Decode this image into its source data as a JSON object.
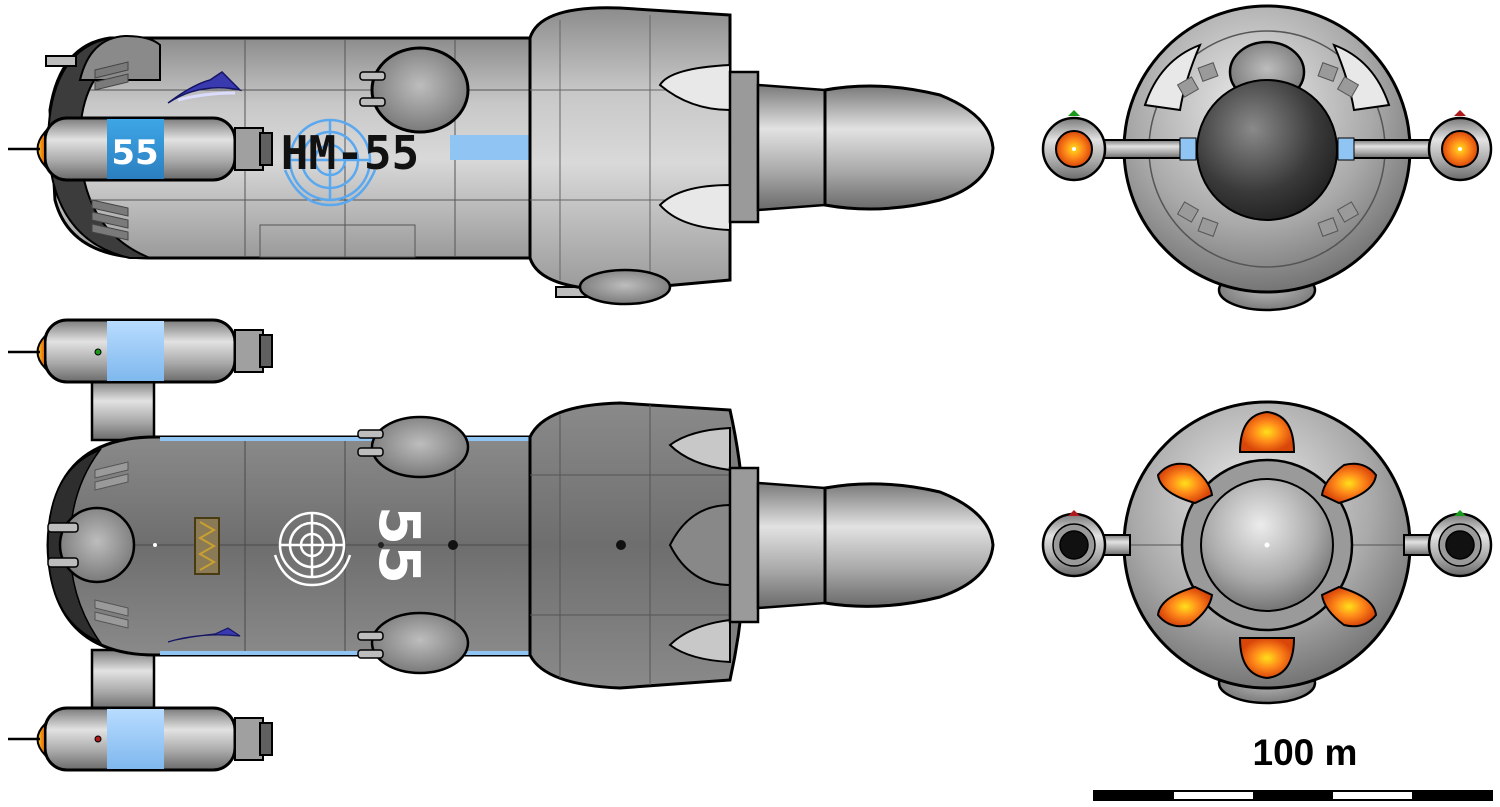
{
  "ship": {
    "hull_code": "HM-55",
    "hull_number": "55"
  },
  "scale": {
    "label": "100 m",
    "segments": 5
  },
  "colors": {
    "hull_light": "#d6d6d6",
    "hull_mid": "#9a9a9a",
    "hull_dark": "#5a5a5a",
    "stripe_blue": "#8fc4f3",
    "emblem_blue": "#3f8fd8",
    "engine_orange": "#ff8a1a",
    "engine_yellow": "#ffd21a",
    "outline": "#000000"
  }
}
